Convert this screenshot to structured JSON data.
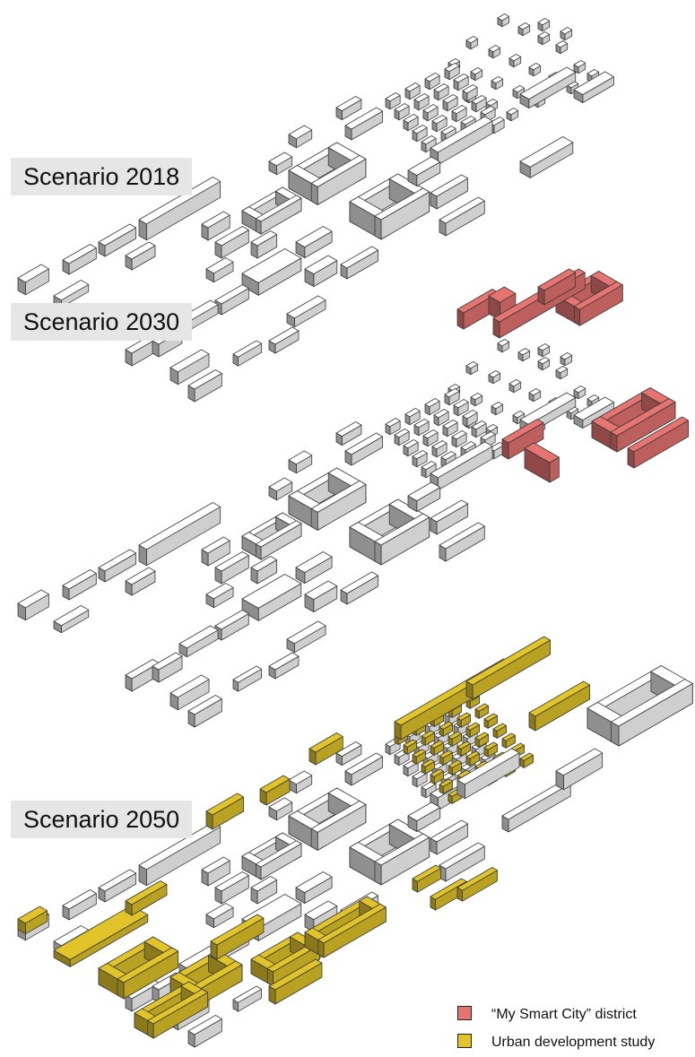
{
  "scenarios": [
    {
      "label": "Scenario 2018"
    },
    {
      "label": "Scenario 2030"
    },
    {
      "label": "Scenario 2050"
    }
  ],
  "legend": [
    {
      "label": "“My Smart City” district",
      "color": "#e77470"
    },
    {
      "label": "Urban development study",
      "color": "#e1c42a"
    }
  ],
  "colors": {
    "building_top": "#ffffff",
    "building_front": "#cfcfcf",
    "building_side": "#8f8f8f",
    "outline": "#3a3a3a",
    "smart_city": "#e77470",
    "urban_study": "#e1c42a"
  }
}
